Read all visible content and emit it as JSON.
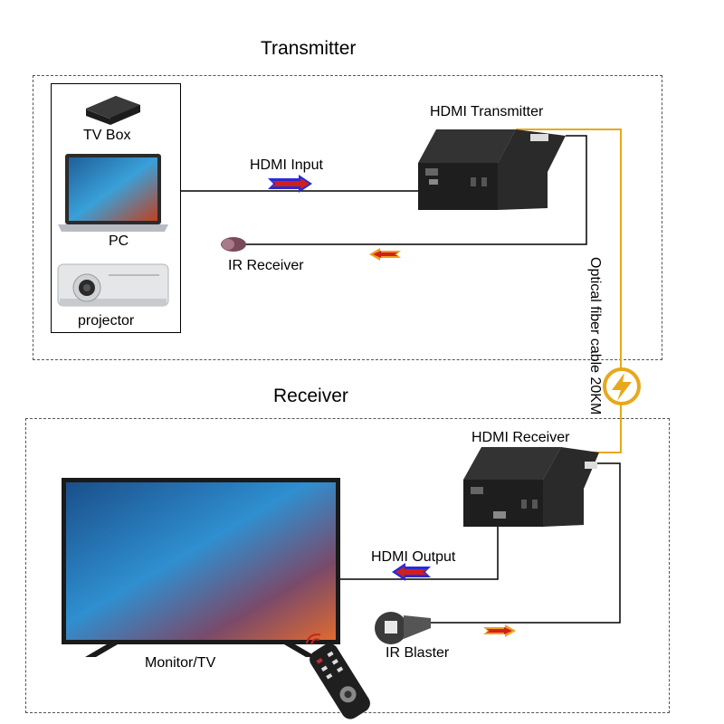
{
  "transmitter": {
    "title": "Transmitter",
    "sources": [
      "TV Box",
      "PC",
      "projector"
    ],
    "device_label": "HDMI Transmitter",
    "hdmi_input_label": "HDMI Input",
    "ir_receiver_label": "IR Receiver"
  },
  "receiver": {
    "title": "Receiver",
    "device_label": "HDMI Receiver",
    "hdmi_output_label": "HDMI Output",
    "monitor_label": "Monitor/TV",
    "ir_blaster_label": "IR Blaster"
  },
  "fiber_label": "Optical fiber cable 20KM",
  "colors": {
    "fiber": "#e8a81a",
    "arrow_red": "#d0201a",
    "arrow_blue": "#2a2ad8",
    "arrow_orange": "#f0a020"
  }
}
